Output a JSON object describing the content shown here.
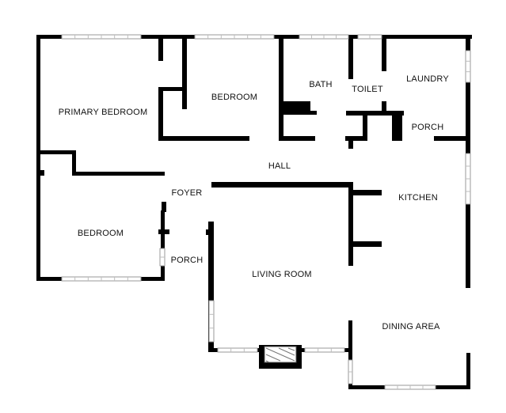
{
  "floor_plan": {
    "rooms": [
      {
        "id": "primary-bedroom",
        "label": "PRIMARY BEDROOM"
      },
      {
        "id": "bedroom-upper",
        "label": "BEDROOM"
      },
      {
        "id": "bath",
        "label": "BATH"
      },
      {
        "id": "toilet",
        "label": "TOILET"
      },
      {
        "id": "laundry",
        "label": "LAUNDRY"
      },
      {
        "id": "porch-back",
        "label": "PORCH"
      },
      {
        "id": "hall",
        "label": "HALL"
      },
      {
        "id": "foyer",
        "label": "FOYER"
      },
      {
        "id": "kitchen",
        "label": "KITCHEN"
      },
      {
        "id": "bedroom-lower",
        "label": "BEDROOM"
      },
      {
        "id": "porch-front",
        "label": "PORCH"
      },
      {
        "id": "living-room",
        "label": "LIVING ROOM"
      },
      {
        "id": "dining-area",
        "label": "DINING AREA"
      }
    ],
    "colors": {
      "wall": "#000000",
      "window": "#9a9a9a",
      "fireplace": "#555555",
      "background": "#ffffff"
    }
  }
}
